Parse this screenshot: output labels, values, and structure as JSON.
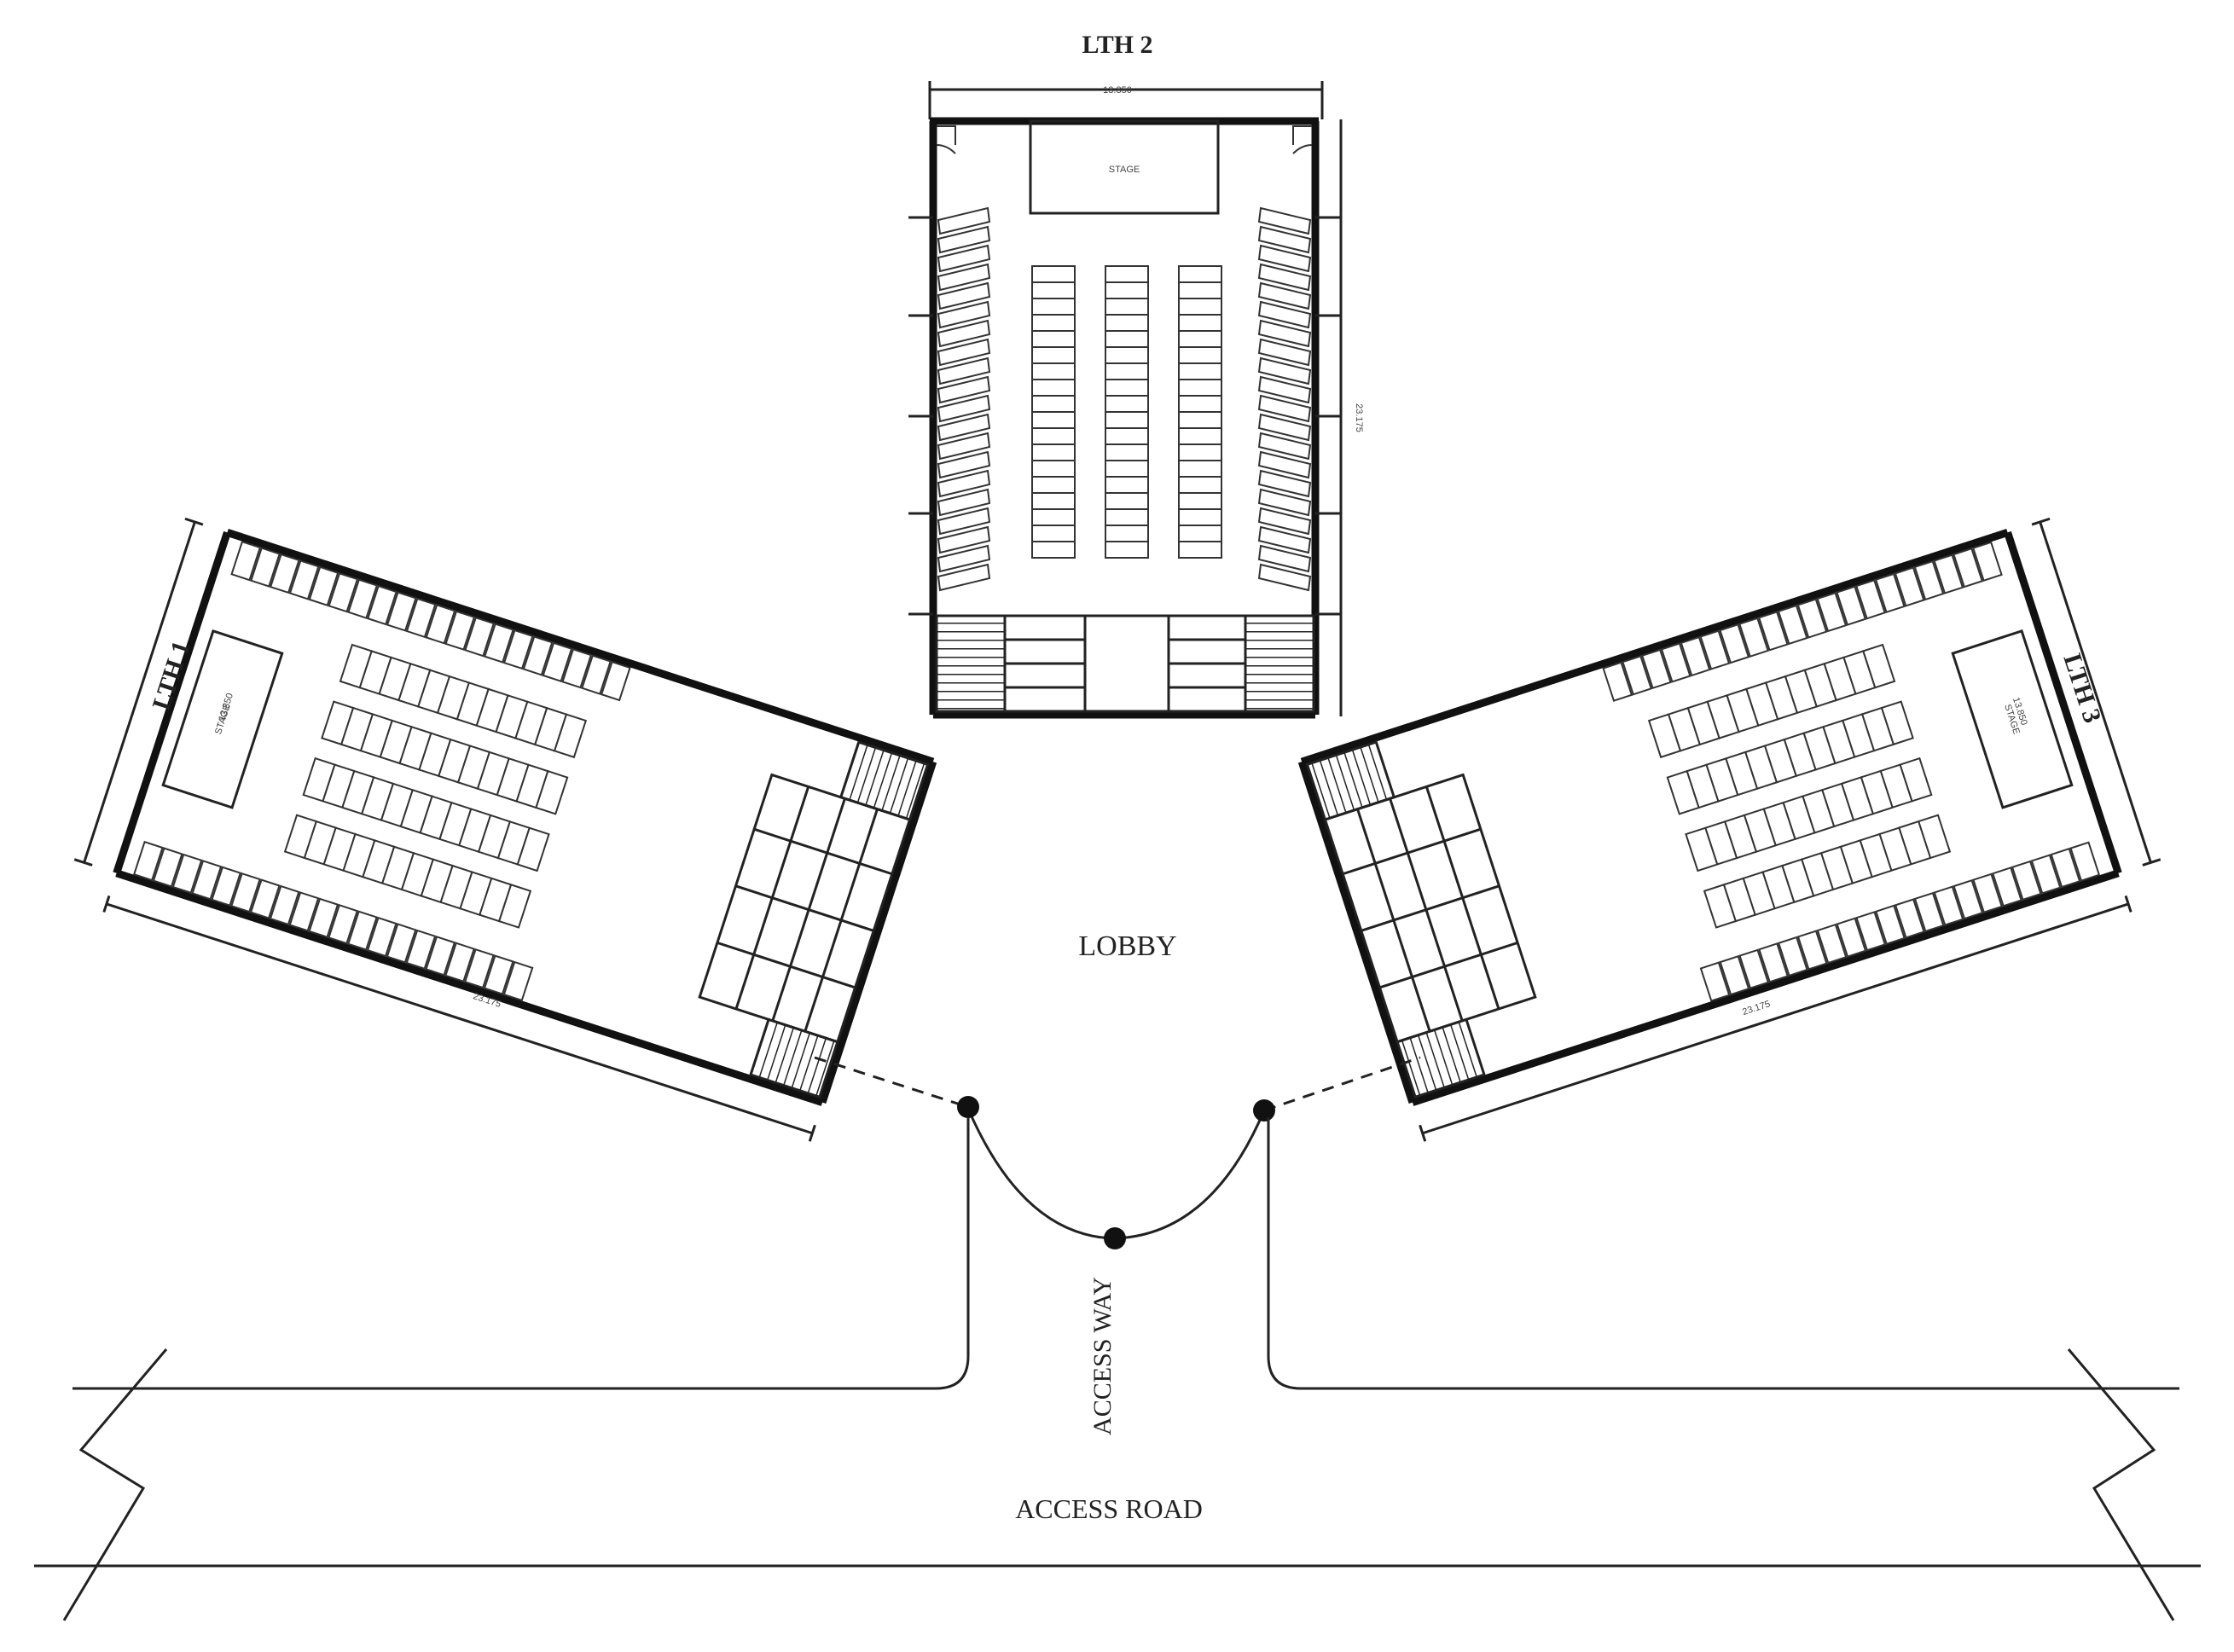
{
  "halls": {
    "lth1": {
      "title": "LTH 1",
      "dim_long": "23.175",
      "dim_short": "13.850",
      "stage": "STAGE"
    },
    "lth2": {
      "title": "LTH 2",
      "dim_long": "23.175",
      "dim_short": "13.850",
      "stage": "STAGE"
    },
    "lth3": {
      "title": "LTH 3",
      "dim_long": "23.175",
      "dim_short": "13.850",
      "stage": "STAGE"
    }
  },
  "labels": {
    "lobby": "LOBBY",
    "access_way": "ACCESS WAY",
    "access_road": "ACCESS ROAD"
  }
}
